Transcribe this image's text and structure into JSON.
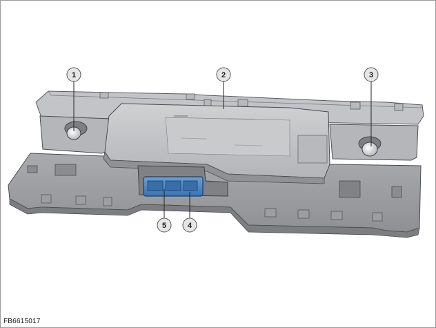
{
  "figure_code": "FB6615017",
  "callouts": [
    {
      "id": "callout-1",
      "label": "1"
    },
    {
      "id": "callout-2",
      "label": "2"
    },
    {
      "id": "callout-3",
      "label": "3"
    },
    {
      "id": "callout-4",
      "label": "4"
    },
    {
      "id": "callout-5",
      "label": "5"
    }
  ],
  "colors": {
    "housing": "#aeb0b3",
    "housing_top": "#c4c6c9",
    "housing_dark": "#8c8e91",
    "connector": "#4a86c5",
    "connector_dark": "#2f5f94",
    "line": "#2a2a2a",
    "frame": "#9a9a9a"
  }
}
